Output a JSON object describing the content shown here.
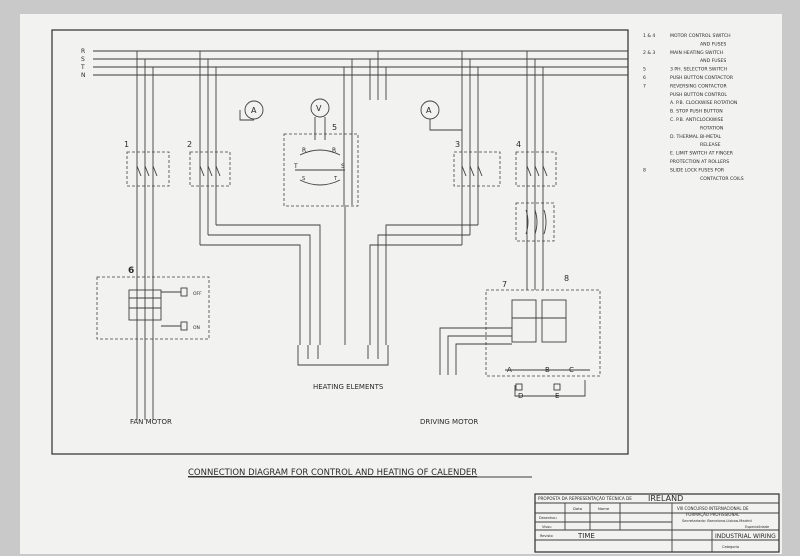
{
  "bus_labels": [
    "R",
    "S",
    "T",
    "N"
  ],
  "meters": {
    "left": "A",
    "mid": "V",
    "right": "A"
  },
  "component_numbers": {
    "c1": "1",
    "c2": "2",
    "c3": "3",
    "c4": "4",
    "c5": "5",
    "c6": "6",
    "c7": "7",
    "c8": "8"
  },
  "selector_letters": {
    "r1": "R",
    "r2": "R",
    "t": "T",
    "s1": "S",
    "s2": "S",
    "t2": "T"
  },
  "switch6": {
    "off": "OFF",
    "on": "ON"
  },
  "contactor7": {
    "a": "A",
    "b": "B",
    "c": "C",
    "d": "D",
    "e": "E"
  },
  "labels": {
    "fan_motor": "FAN MOTOR",
    "heating_elements": "HEATING ELEMENTS",
    "driving_motor": "DRIVING MOTOR",
    "title": "CONNECTION DIAGRAM FOR CONTROL AND HEATING OF CALENDER"
  },
  "legend": [
    {
      "num": "1 & 4",
      "text": "MOTOR CONTROL SWITCH"
    },
    {
      "num": "",
      "text": "AND FUSES"
    },
    {
      "num": "2 & 3",
      "text": "MAIN HEATING SWITCH"
    },
    {
      "num": "",
      "text": "AND FUSES"
    },
    {
      "num": "5",
      "text": "3 PH. SELECTOR SWITCH"
    },
    {
      "num": "6",
      "text": "PUSH BUTTON CONTACTOR"
    },
    {
      "num": "7",
      "text": "REVERSING CONTACTOR"
    },
    {
      "num": "",
      "text": "PUSH BUTTON CONTROL"
    },
    {
      "num": "",
      "text": "A. P.B. CLOCKWISE ROTATION"
    },
    {
      "num": "",
      "text": "B. STOP PUSH BUTTON"
    },
    {
      "num": "",
      "text": "C. P.B. ANTICLOCKWISE"
    },
    {
      "num": "",
      "text": "ROTATION"
    },
    {
      "num": "",
      "text": "D. THERMAL BI-METAL"
    },
    {
      "num": "",
      "text": "RELEASE"
    },
    {
      "num": "",
      "text": "E. LIMIT SWITCH AT FINGER"
    },
    {
      "num": "",
      "text": "PROTECTION AT ROLLERS"
    },
    {
      "num": "8",
      "text": "SLIDE LOCK FUSES FOR"
    },
    {
      "num": "",
      "text": "CONTACTOR COILS"
    }
  ],
  "title_block": {
    "proposta": "PROPOSTA DA REPRESENTAÇÃO TÉCNICA DE",
    "country": "IRELAND",
    "concurso_1": "VIII CONCURSO INTERNACIONAL DE",
    "concurso_2": "FORMAÇÃO PROFISSIONAL",
    "concurso_3": "Secretariado: Barcelona-Lisboa-Madrid",
    "data": "Data",
    "nome": "Nome",
    "desenhou": "Desenhou",
    "visou": "Visou",
    "revisto": "Revisto",
    "time": "TIME",
    "especialidade": "Especialidade",
    "speciality": "INDUSTRIAL WIRING",
    "categoria": "Categoria"
  }
}
